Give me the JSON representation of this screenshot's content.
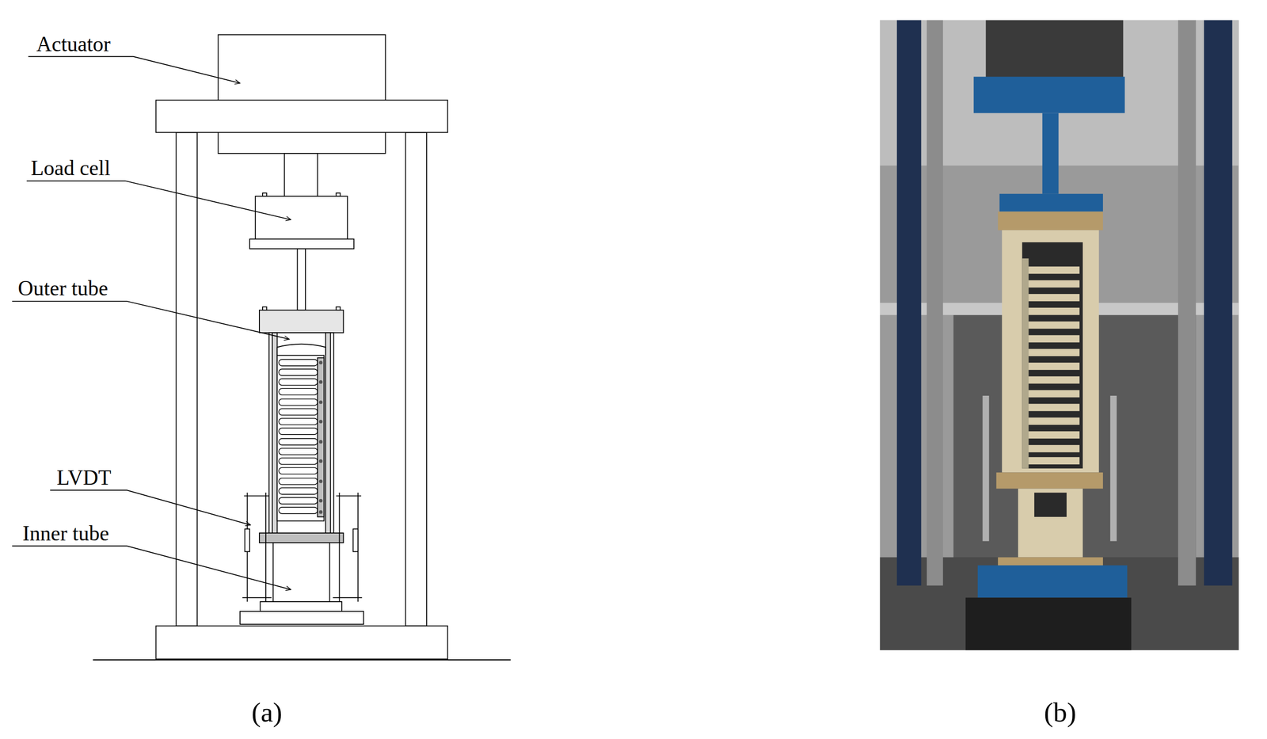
{
  "diagram": {
    "labels": [
      "Actuator",
      "Load cell",
      "Outer tube",
      "LVDT",
      "Inner tube",
      "(a)",
      "(b)"
    ]
  }
}
